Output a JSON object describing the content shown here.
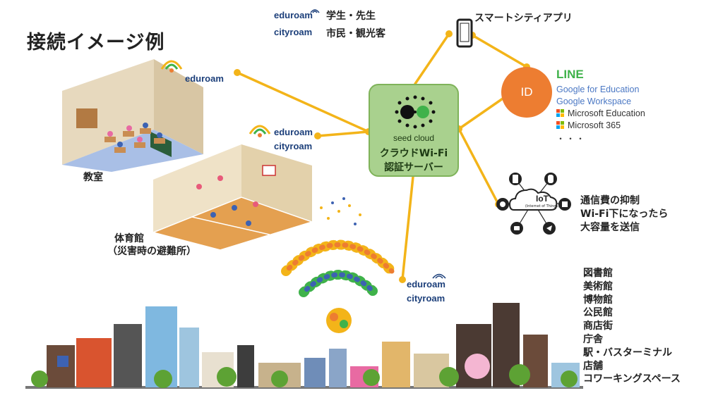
{
  "title": "接続イメージ例",
  "legend": {
    "eduroam_logo": "eduroam",
    "eduroam_desc": "学生・先生",
    "cityroam_logo": "cityroam",
    "cityroam_desc": "市民・観光客"
  },
  "hub": {
    "brand": "seed cloud",
    "line1": "クラウドWi-Fi",
    "line2": "認証サーバー"
  },
  "smartphone_app": "スマートシティアプリ",
  "id_label": "ID",
  "services": [
    "LINE",
    "Google for Education",
    "Google Workspace",
    "Microsoft Education",
    "Microsoft 365",
    "・・・"
  ],
  "iot": {
    "cloud_title": "IoT",
    "cloud_sub": "(Internet of Things)",
    "lines": [
      "通信費の抑制",
      "Wi-Fi下になったら",
      "大容量を送信"
    ]
  },
  "classroom": {
    "label": "教室",
    "network": "eduroam"
  },
  "gym": {
    "label": "体育館",
    "sublabel": "（災害時の避難所）",
    "network1": "eduroam",
    "network2": "cityroam"
  },
  "city": {
    "network1": "eduroam",
    "network2": "cityroam",
    "places": [
      "図書館",
      "美術館",
      "博物館",
      "公民館",
      "商店街",
      "庁舎",
      "駅・バスターミナル",
      "店舗",
      "コワーキングスペース"
    ]
  },
  "colors": {
    "connector": "#f3b419",
    "hub_fill": "#a9d18e",
    "id_circle": "#ed7d31",
    "line_green": "#3fb24a",
    "google_blue": "#4b78c4",
    "eduroam_navy": "#1c3f7a"
  }
}
